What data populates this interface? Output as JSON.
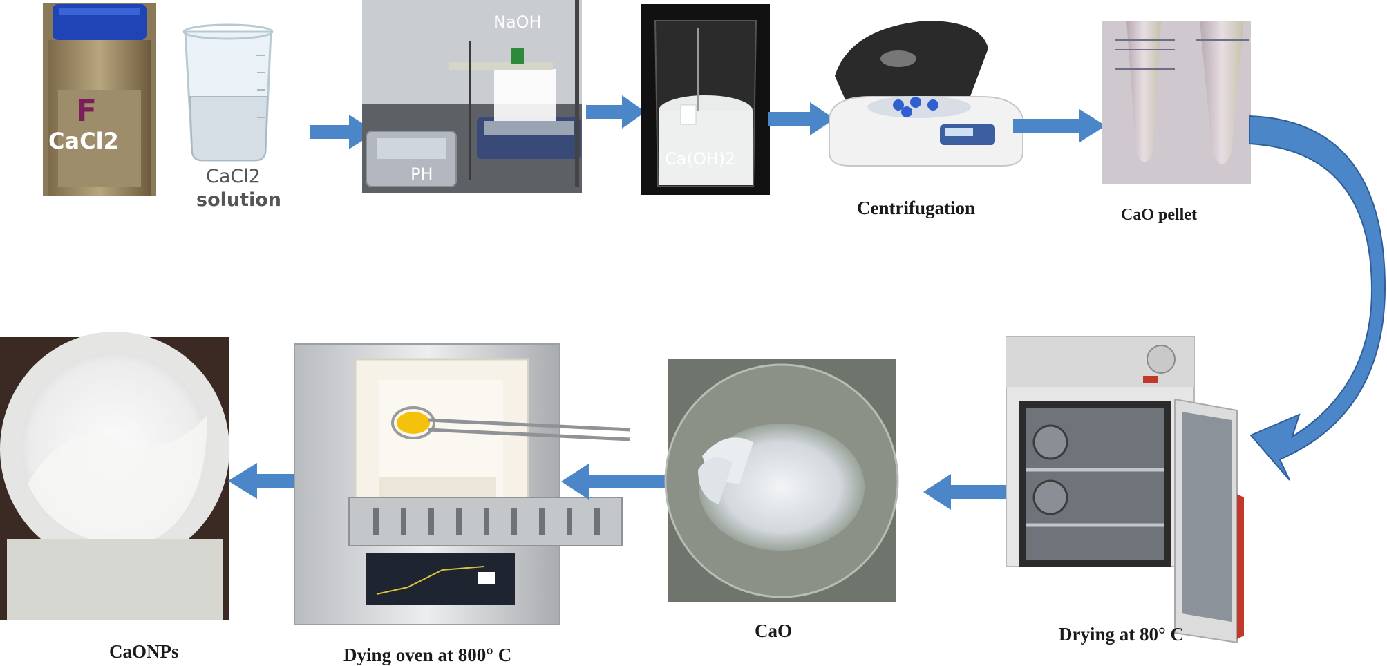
{
  "labels": {
    "cacl2_bottle": "CaCl2",
    "cacl2_solution_line1": "CaCl2",
    "cacl2_solution_line2": "solution",
    "naoh": "NaOH",
    "ph": "PH",
    "caoh2": "Ca(OH)2",
    "centrifugation": "Centrifugation",
    "cao_pellet": "CaO pellet",
    "drying": "Drying at 80° C",
    "cao": "CaO",
    "oven": "Dying oven at 800° C",
    "caonps": "CaONPs"
  },
  "colors": {
    "arrow": "#4a86c8",
    "arrow_dark": "#2f5f9a",
    "text_dark": "#1a1a1a",
    "photo_bg": "#d9d9d9"
  }
}
